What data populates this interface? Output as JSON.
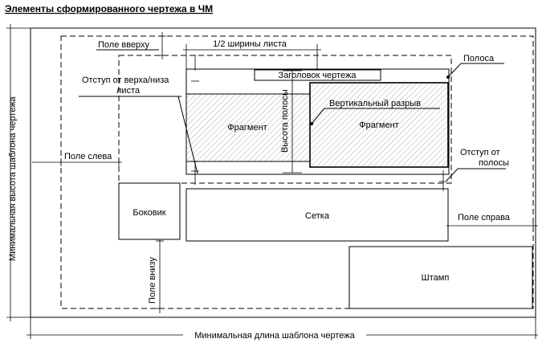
{
  "title": "Элементы сформированного чертежа в ЧМ",
  "labels": {
    "top_margin": "Поле вверху",
    "half_sheet_width": "1/2 ширины листа",
    "drawing_header": "Заголовок чертежа",
    "strip": "Полоса",
    "offset_top_bottom_line1": "Отступ от верха/низа",
    "offset_top_bottom_line2": "листа",
    "strip_height": "Высота полосы",
    "vertical_break": "Вертикальный разрыв",
    "fragment_left": "Фрагмент",
    "fragment_right": "Фрагмент",
    "left_margin": "Поле слева",
    "offset_from_strip_line1": "Отступ от",
    "offset_from_strip_line2": "полосы",
    "sidebar": "Боковик",
    "grid": "Сетка",
    "right_margin": "Поле справа",
    "bottom_margin": "Поле внизу",
    "stamp": "Штамп",
    "min_height": "Минимальная высота шаблона чертежа",
    "min_length": "Минимальная длина шаблона чертежа"
  },
  "colors": {
    "line": "#000000",
    "hatch": "#b8b8b8",
    "background": "#ffffff"
  }
}
